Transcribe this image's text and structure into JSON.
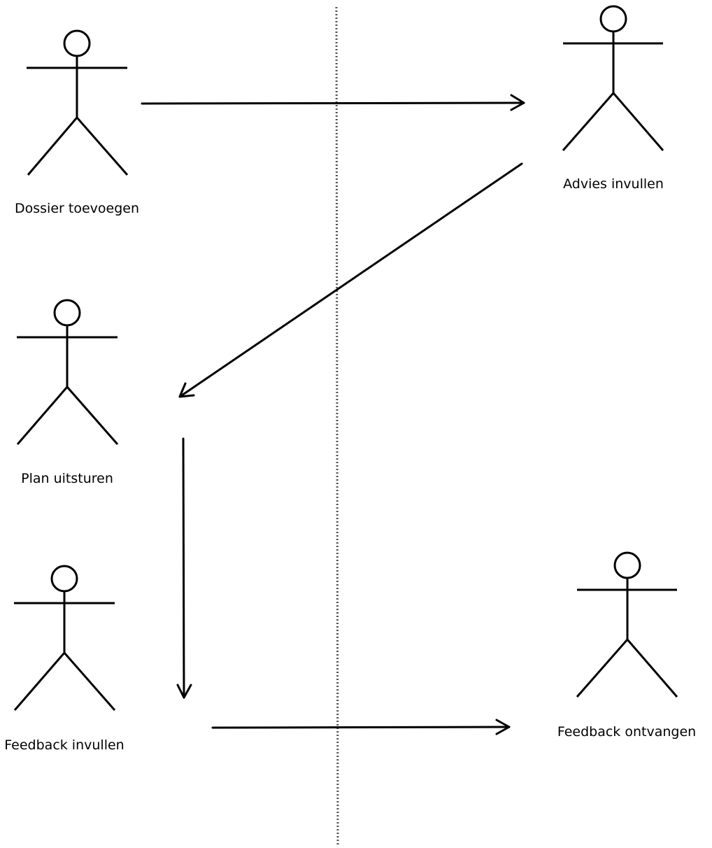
{
  "actors": [
    {
      "id": "dossier",
      "label": "Dossier toevoegen"
    },
    {
      "id": "advies",
      "label": "Advies invullen"
    },
    {
      "id": "plan",
      "label": "Plan uitsturen"
    },
    {
      "id": "feedback-invullen",
      "label": "Feedback invullen"
    },
    {
      "id": "feedback-ontvangen",
      "label": "Feedback ontvangen"
    }
  ],
  "flows": [
    {
      "from": "dossier",
      "to": "advies"
    },
    {
      "from": "advies",
      "to": "plan"
    },
    {
      "from": "plan",
      "to": "feedback-invullen"
    },
    {
      "from": "feedback-invullen",
      "to": "feedback-ontvangen"
    }
  ],
  "colors": {
    "stroke": "#000000",
    "background": "#ffffff",
    "divider": "#555555"
  }
}
